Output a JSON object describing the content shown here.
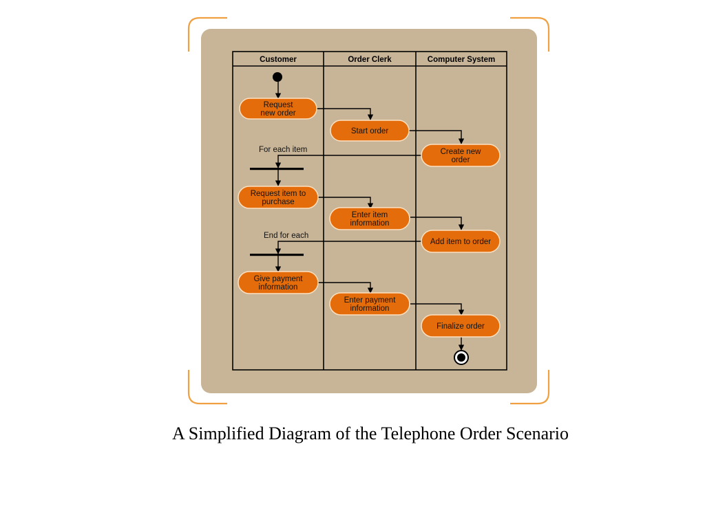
{
  "caption": "A Simplified Diagram of the Telephone Order Scenario",
  "colors": {
    "panel": "#c8b597",
    "frame": "#f0a040",
    "activity_fill": "#e46c0a",
    "activity_stroke": "#fde0c0",
    "line": "#000000"
  },
  "lanes": [
    "Customer",
    "Order Clerk",
    "Computer System"
  ],
  "activities": [
    {
      "id": "request-new-order",
      "lane": 0,
      "lines": [
        "Request",
        "new order"
      ]
    },
    {
      "id": "start-order",
      "lane": 1,
      "lines": [
        "Start order"
      ]
    },
    {
      "id": "create-new-order",
      "lane": 2,
      "lines": [
        "Create new",
        "order"
      ]
    },
    {
      "id": "request-item",
      "lane": 0,
      "lines": [
        "Request item to",
        "purchase"
      ]
    },
    {
      "id": "enter-item-information",
      "lane": 1,
      "lines": [
        "Enter item",
        "information"
      ]
    },
    {
      "id": "add-item-to-order",
      "lane": 2,
      "lines": [
        "Add item to order"
      ]
    },
    {
      "id": "give-payment-information",
      "lane": 0,
      "lines": [
        "Give payment",
        "information"
      ]
    },
    {
      "id": "enter-payment-information",
      "lane": 1,
      "lines": [
        "Enter payment",
        "information"
      ]
    },
    {
      "id": "finalize-order",
      "lane": 2,
      "lines": [
        "Finalize order"
      ]
    }
  ],
  "sync_bars": [
    {
      "id": "for-each-item",
      "label": "For each item"
    },
    {
      "id": "end-for-each",
      "label": "End for each"
    }
  ]
}
